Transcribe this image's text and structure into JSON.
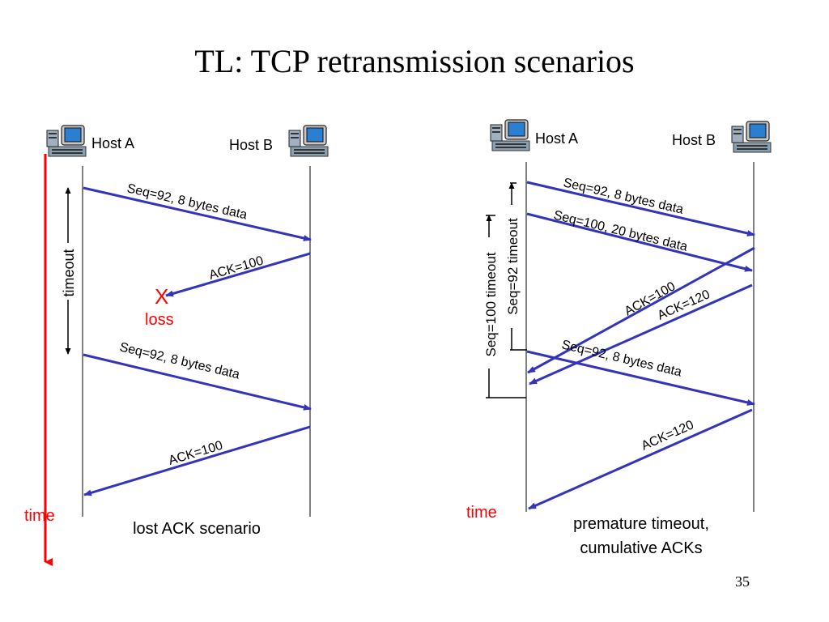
{
  "slide": {
    "title": "TL: TCP retransmission scenarios",
    "page_number": "35"
  },
  "left": {
    "host_a": "Host A",
    "host_b": "Host B",
    "msg1": "Seq=92, 8 bytes data",
    "ack1": "ACK=100",
    "loss_mark": "X",
    "loss": "loss",
    "timeout": "timeout",
    "msg2": "Seq=92, 8 bytes data",
    "ack2": "ACK=100",
    "time": "time",
    "caption": "lost ACK scenario"
  },
  "right": {
    "host_a": "Host A",
    "host_b": "Host B",
    "msg1": "Seq=92, 8 bytes data",
    "msg2": "Seq=100, 20 bytes data",
    "ack1": "ACK=100",
    "ack2": "ACK=120",
    "timeout_seq92": "Seq=92 timeout",
    "timeout_seq100": "Seq=100 timeout",
    "msg3": "Seq=92, 8 bytes data",
    "ack3": "ACK=120",
    "time": "time",
    "caption_line1": "premature timeout,",
    "caption_line2": "cumulative ACKs"
  },
  "colors": {
    "arrow": "#3333bb",
    "loss": "#ff0000",
    "time_axis": "#ff0000"
  },
  "icons": [
    "computer-icon"
  ]
}
